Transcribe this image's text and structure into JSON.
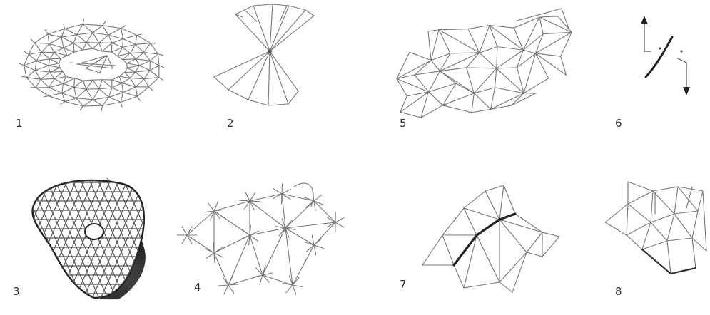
{
  "figure": {
    "panels": [
      {
        "id": "1",
        "label": "1"
      },
      {
        "id": "2",
        "label": "2"
      },
      {
        "id": "3",
        "label": "3"
      },
      {
        "id": "4",
        "label": "4"
      },
      {
        "id": "5",
        "label": "5"
      },
      {
        "id": "6",
        "label": "6"
      },
      {
        "id": "7",
        "label": "7"
      },
      {
        "id": "8",
        "label": "8"
      }
    ],
    "colors": {
      "line": "#777777",
      "dark": "#222222",
      "background": "#ffffff"
    }
  }
}
